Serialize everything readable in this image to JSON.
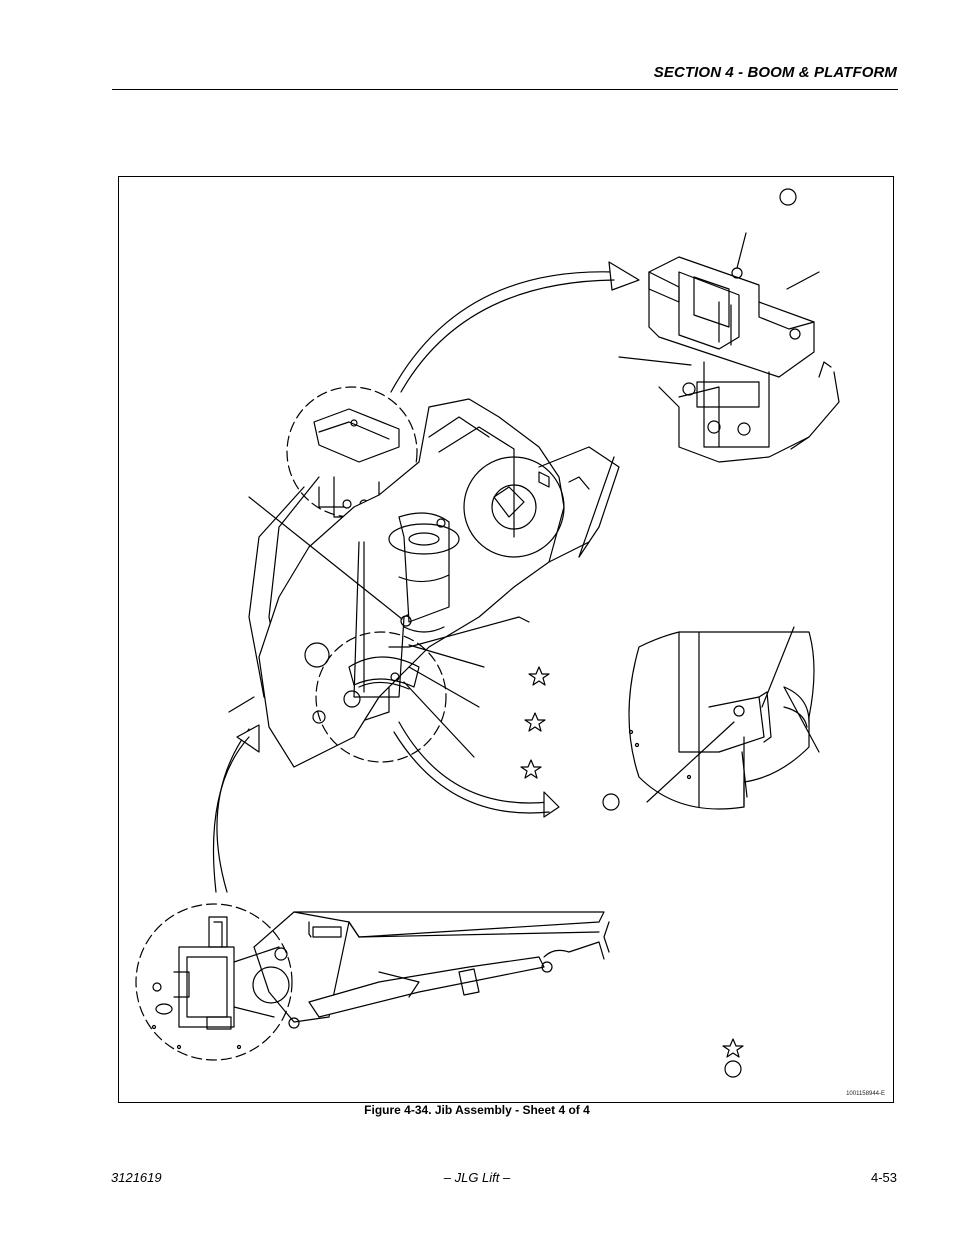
{
  "header": {
    "section_title": "SECTION 4 - BOOM & PLATFORM"
  },
  "figure": {
    "caption": "Figure 4-34.  Jib Assembly - Sheet 4 of 4",
    "drawing_number": "1001158944-E"
  },
  "footer": {
    "doc_number": "3121619",
    "center_text": "– JLG Lift –",
    "page_number": "4-53"
  }
}
